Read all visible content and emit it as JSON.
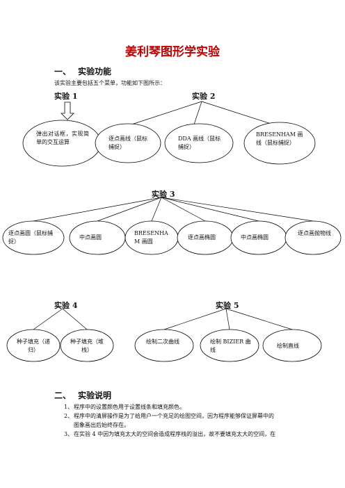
{
  "doc": {
    "title": "姜利琴图形学实验",
    "section1": {
      "num": "一、",
      "title": "实验功能"
    },
    "intro": "该实验主要包括五个菜单，功能如下图所示：",
    "exp1": {
      "label": "实验 1",
      "nodes": [
        "弹出对话框，实现简单的交互运算"
      ]
    },
    "exp2": {
      "label": "实验 2",
      "nodes": [
        "逐点画线（鼠标捕捉）",
        "DDA 画线（鼠标捕捉）",
        "BRESENHAM 画线（鼠标捕捉）"
      ]
    },
    "exp3": {
      "label": "实验 3",
      "nodes": [
        "逐点画圆（鼠标捕捉）",
        "中点画圆",
        "BRESENHAM 画圆",
        "逐点画椭圆",
        "中点画椭圆",
        "逐点画抛物线"
      ]
    },
    "exp4": {
      "label": "实验 4",
      "nodes": [
        "种子填充（递归）",
        "种子填充（堆栈）"
      ]
    },
    "exp5": {
      "label": "实验 5",
      "nodes": [
        "绘制二次曲线",
        "绘制 BIZIER 曲线",
        "绘制直线"
      ]
    },
    "section2": {
      "num": "二、",
      "title": "实验说明"
    },
    "notes": [
      {
        "n": "1、",
        "text": "程序中的设置颜色用于设置线条和填充颜色。"
      },
      {
        "n": "2、",
        "text": "程序中的清屏操作是为了给用户一个充足的绘图空间，因为程序能够保证屏幕中的"
      },
      {
        "n": "",
        "text": "图象画出后始终存在。"
      },
      {
        "n": "3、",
        "text": "在实验 4 中因为填充太大的空间会造成程序栈的溢出，故不要填充太大的空间，在"
      }
    ]
  }
}
